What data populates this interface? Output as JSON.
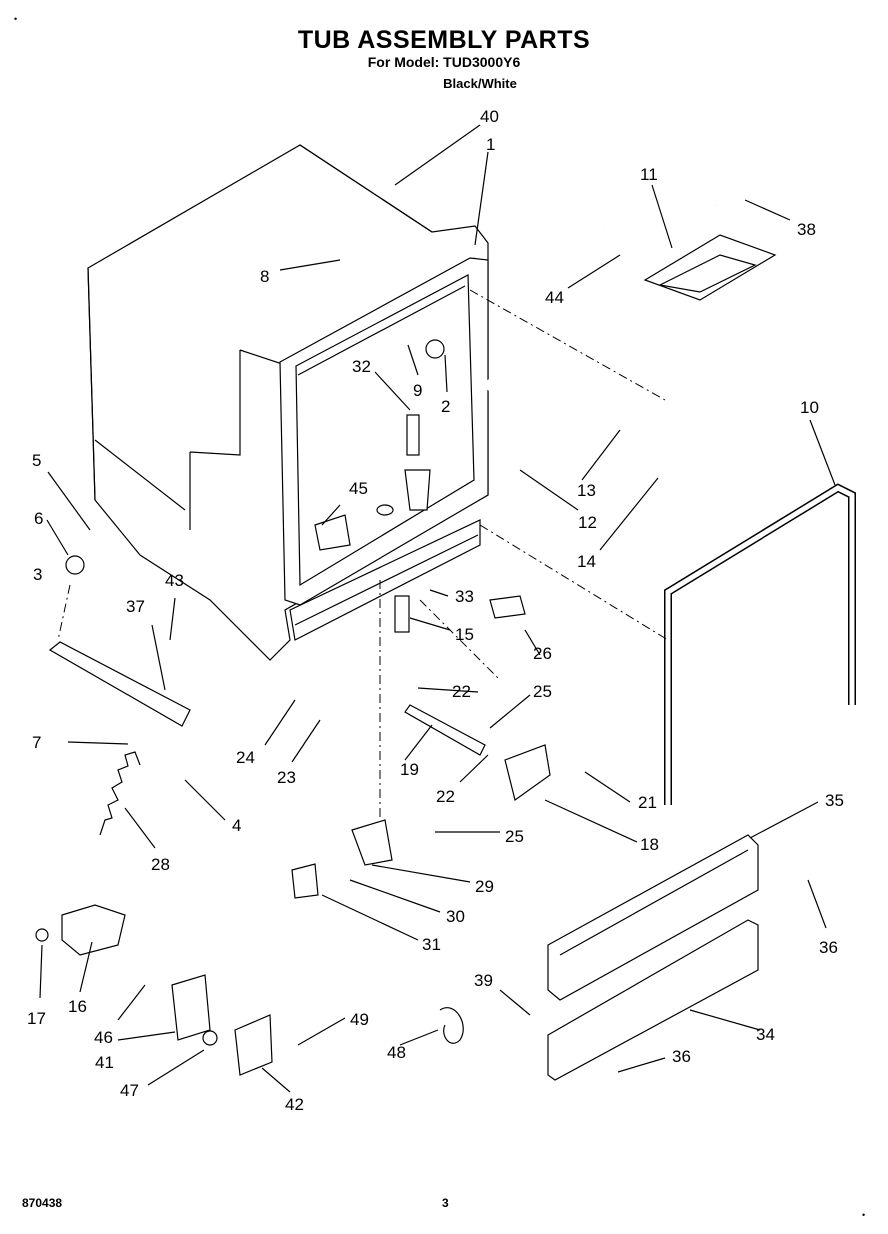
{
  "header": {
    "title": "TUB ASSEMBLY PARTS",
    "model_line": "For Model: TUD3000Y6",
    "variant": "Black/White"
  },
  "footer": {
    "doc_number": "870438",
    "page_number": "3"
  },
  "callouts": [
    "40",
    "1",
    "11",
    "38",
    "8",
    "44",
    "32",
    "9",
    "2",
    "10",
    "5",
    "45",
    "13",
    "12",
    "6",
    "14",
    "3",
    "43",
    "33",
    "37",
    "15",
    "26",
    "22",
    "25",
    "7",
    "24",
    "23",
    "19",
    "4",
    "22",
    "21",
    "28",
    "18",
    "25",
    "35",
    "29",
    "30",
    "31",
    "36",
    "17",
    "16",
    "39",
    "34",
    "46",
    "49",
    "48",
    "41",
    "36",
    "47",
    "42"
  ]
}
